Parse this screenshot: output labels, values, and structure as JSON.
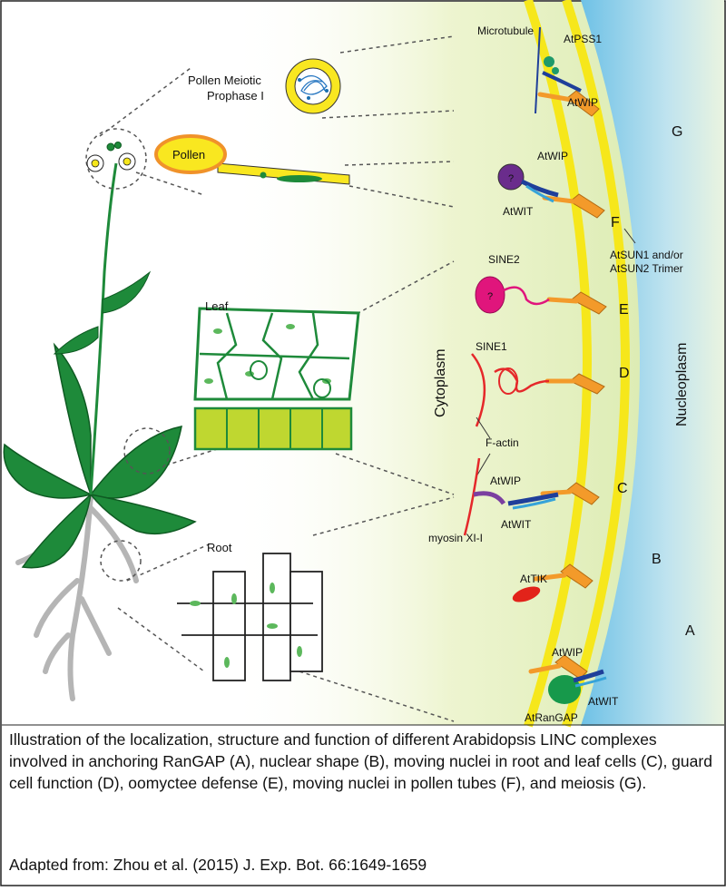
{
  "labels": {
    "microtubule": "Microtubule",
    "atpss1": "AtPSS1",
    "atwip_g": "AtWIP",
    "pollen_meiotic_1": "Pollen Meiotic",
    "pollen_meiotic_2": "Prophase I",
    "pollen": "Pollen",
    "atwip_f": "AtWIP",
    "atwit_f": "AtWIT",
    "question": "?",
    "atsun_1": "AtSUN1 and/or",
    "atsun_2": "AtSUN2 Trimer",
    "leaf": "Leaf",
    "sine2": "SINE2",
    "sine1": "SINE1",
    "cytoplasm": "Cytoplasm",
    "nucleoplasm": "Nucleoplasm",
    "f_actin": "F-actin",
    "atwip_c": "AtWIP",
    "atwit_c": "AtWIT",
    "myosin": "myosin XI-I",
    "root": "Root",
    "attik": "AtTIK",
    "atwip_a": "AtWIP",
    "atwit_a": "AtWIT",
    "atrangap": "AtRanGAP",
    "letter_a": "A",
    "letter_b": "B",
    "letter_c": "C",
    "letter_d": "D",
    "letter_e": "E",
    "letter_f": "F",
    "letter_g": "G"
  },
  "caption": "Illustration of the localization, structure and function of different Arabidopsis LINC complexes involved in anchoring RanGAP (A), nuclear shape (B), moving nuclei in root and leaf cells (C), guard cell function (D), oomyctee defense (E), moving nuclei in pollen tubes (F), and meiosis (G).",
  "credit": "Adapted from: Zhou et al. (2015) J. Exp. Bot. 66:1649-1659",
  "colors": {
    "membrane": "#f6e71b",
    "nucleoplasm": "#7fc7e8",
    "plant_green": "#1e8a3a",
    "leaf_dark": "#1a7a2e",
    "sun_orange": "#f39a2a",
    "wip_blue": "#1f3f9a",
    "sine2_magenta": "#e0157c",
    "sine1_red": "#e5282a",
    "myosin_purple": "#7b3fa0",
    "question_purple": "#6a2c8c",
    "rangap_green": "#17994b",
    "tik_red": "#e2231a",
    "pollen_yellow": "#f9e720",
    "pollen_orange": "#f0922a",
    "cell_green": "#bfd730",
    "root_gray": "#b5b5b5"
  }
}
